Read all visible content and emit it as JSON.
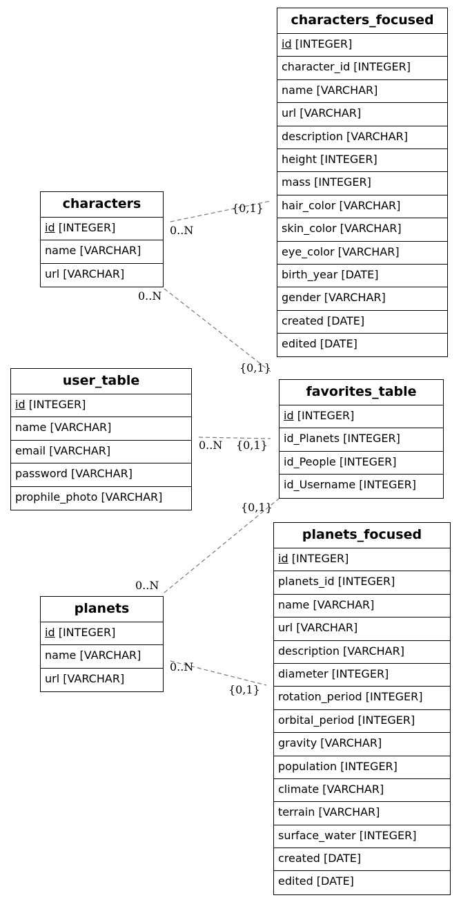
{
  "entities": {
    "characters_focused": {
      "title": "characters_focused",
      "attrs": [
        {
          "key": "id",
          "type": " [INTEGER]"
        },
        {
          "text": "character_id [INTEGER]"
        },
        {
          "text": "name [VARCHAR]"
        },
        {
          "text": "url [VARCHAR]"
        },
        {
          "text": "description [VARCHAR]"
        },
        {
          "text": "height [INTEGER]"
        },
        {
          "text": "mass [INTEGER]"
        },
        {
          "text": "hair_color [VARCHAR]"
        },
        {
          "text": "skin_color [VARCHAR]"
        },
        {
          "text": "eye_color [VARCHAR]"
        },
        {
          "text": "birth_year [DATE]"
        },
        {
          "text": "gender [VARCHAR]"
        },
        {
          "text": "created [DATE]"
        },
        {
          "text": "edited [DATE]"
        }
      ]
    },
    "characters": {
      "title": "characters",
      "attrs": [
        {
          "key": "id",
          "type": " [INTEGER]"
        },
        {
          "text": "name [VARCHAR]"
        },
        {
          "text": "url [VARCHAR]"
        }
      ]
    },
    "user_table": {
      "title": "user_table",
      "attrs": [
        {
          "key": "id",
          "type": " [INTEGER]"
        },
        {
          "text": "name [VARCHAR]"
        },
        {
          "text": "email [VARCHAR]"
        },
        {
          "text": "password [VARCHAR]"
        },
        {
          "text": "prophile_photo [VARCHAR]"
        }
      ]
    },
    "favorites_table": {
      "title": "favorites_table",
      "attrs": [
        {
          "key": "id",
          "type": " [INTEGER]"
        },
        {
          "text": "id_Planets [INTEGER]"
        },
        {
          "text": "id_People [INTEGER]"
        },
        {
          "text": "id_Username [INTEGER]"
        }
      ]
    },
    "planets_focused": {
      "title": "planets_focused",
      "attrs": [
        {
          "key": "id",
          "type": " [INTEGER]"
        },
        {
          "text": "planets_id [INTEGER]"
        },
        {
          "text": "name [VARCHAR]"
        },
        {
          "text": "url [VARCHAR]"
        },
        {
          "text": "description [VARCHAR]"
        },
        {
          "text": "diameter [INTEGER]"
        },
        {
          "text": "rotation_period [INTEGER]"
        },
        {
          "text": "orbital_period [INTEGER]"
        },
        {
          "text": "gravity [VARCHAR]"
        },
        {
          "text": "population [INTEGER]"
        },
        {
          "text": "climate [VARCHAR]"
        },
        {
          "text": "terrain [VARCHAR]"
        },
        {
          "text": "surface_water [INTEGER]"
        },
        {
          "text": "created [DATE]"
        },
        {
          "text": "edited [DATE]"
        }
      ]
    },
    "planets": {
      "title": "planets",
      "attrs": [
        {
          "key": "id",
          "type": " [INTEGER]"
        },
        {
          "text": "name [VARCHAR]"
        },
        {
          "text": "url [VARCHAR]"
        }
      ]
    }
  },
  "relationships": [
    {
      "from": "characters",
      "to": "characters_focused",
      "from_card": "0..N",
      "to_card": "{0,1}"
    },
    {
      "from": "characters",
      "to": "favorites_table",
      "from_card": "0..N",
      "to_card": "{0,1}"
    },
    {
      "from": "user_table",
      "to": "favorites_table",
      "from_card": "0..N",
      "to_card": "{0,1}"
    },
    {
      "from": "planets",
      "to": "favorites_table",
      "from_card": "0..N",
      "to_card": "{0,1}"
    },
    {
      "from": "planets",
      "to": "planets_focused",
      "from_card": "0..N",
      "to_card": "{0,1}"
    }
  ]
}
